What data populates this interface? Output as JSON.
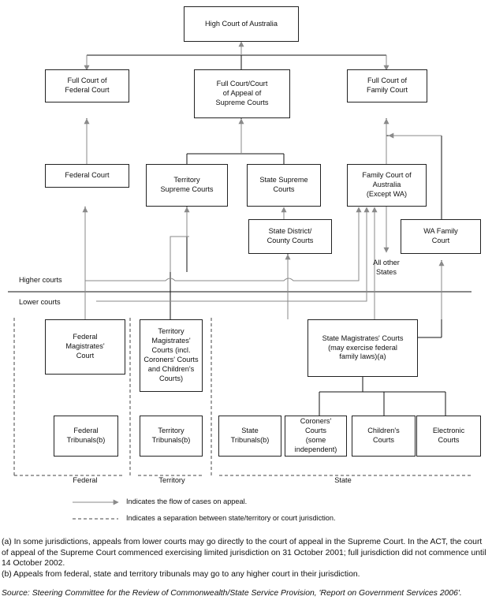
{
  "boxes": {
    "high_court": "High Court of Australia",
    "full_federal": "Full Court of\nFederal Court",
    "full_supreme": "Full Court/Court\nof Appeal of\nSupreme Courts",
    "full_family": "Full Court of\nFamily Court",
    "federal_court": "Federal Court",
    "territory_supreme": "Territory\nSupreme Courts",
    "state_supreme": "State Supreme\nCourts",
    "family_court": "Family Court of\nAustralia\n(Except WA)",
    "state_district": "State District/\nCounty Courts",
    "wa_family": "WA Family\nCourt",
    "federal_magistrates": "Federal\nMagistrates'\nCourt",
    "territory_magistrates": "Territory\nMagistrates'\nCourts (incl.\nCoroners' Courts\nand Children's\nCourts)",
    "state_magistrates": "State Magistrates' Courts\n(may exercise federal\nfamily laws)(a)",
    "federal_tribunals": "Federal\nTribunals(b)",
    "territory_tribunals": "Territory\nTribunals(b)",
    "state_tribunals": "State\nTribunals(b)",
    "coroners_courts": "Coroners'\nCourts\n(some\nindependent)",
    "childrens_courts": "Children's\nCourts",
    "electronic_courts": "Electronic\nCourts"
  },
  "labels": {
    "all_other_states": "All other\nStates",
    "higher_courts": "Higher courts",
    "lower_courts": "Lower courts",
    "federal": "Federal",
    "territory": "Territory",
    "state": "State"
  },
  "legend": {
    "arrow": "Indicates the flow of cases on appeal.",
    "dashed": "Indicates a separation between state/territory or court jurisdiction."
  },
  "notes": {
    "a": "(a) In some jurisdictions, appeals from lower courts may go directly to the court of appeal in the Supreme Court. In the ACT, the court of appeal of the Supreme Court commenced exercising limited jurisdiction on 31 October 2001; full jurisdiction did not commence until 14 October 2002.",
    "b": "(b) Appeals from federal, state and territory tribunals may go to any higher court in their jurisdiction.",
    "source": "Source: Steering Committee for the Review of Commonwealth/State Service Provision, 'Report on Government Services 2006'."
  },
  "colors": {
    "appeal_arrow": "#8a8a8a",
    "line": "#111111"
  }
}
